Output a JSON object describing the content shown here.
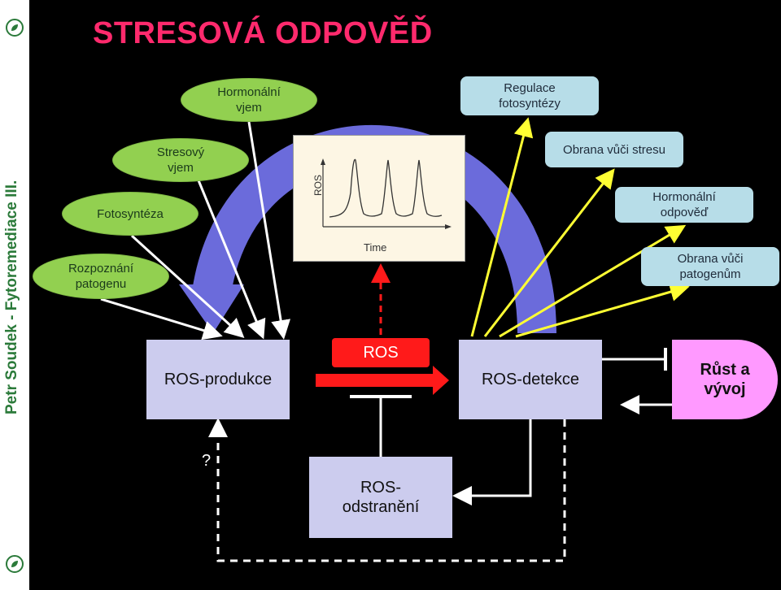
{
  "sidebar": {
    "text": "Petr Soudek - Fytoremediace III."
  },
  "title": "STRESOVÁ ODPOVĚĎ",
  "inputs": {
    "hormonal_effect": "Hormonální\nvjem",
    "stress_effect": "Stresový\nvjem",
    "photosynthesis": "Fotosyntéza",
    "pathogen_recognition": "Rozpoznání\npatogenu"
  },
  "outputs": {
    "photosynthesis_regulation": "Regulace\nfotosyntézy",
    "stress_defense": "Obrana vůči stresu",
    "hormonal_response": "Hormonální\nodpověď",
    "pathogen_defense": "Obrana vůči\npatogenům"
  },
  "boxes": {
    "ros_production": "ROS-produkce",
    "ros": "ROS",
    "ros_detection": "ROS-detekce",
    "ros_removal": "ROS-\nodstranění",
    "growth": "Růst a\nvývoj"
  },
  "question_mark": "?",
  "chart": {
    "ylabel": "ROS",
    "xlabel": "Time"
  },
  "colors": {
    "title": "#ff2a6d",
    "ellipse": "#92d050",
    "teal": "#b7dde8",
    "box": "#ccccee",
    "ros": "#ff1a1a",
    "growth": "#ff99ff",
    "arc": "#6b6bdb",
    "yellow_arrow": "#ffff33"
  }
}
